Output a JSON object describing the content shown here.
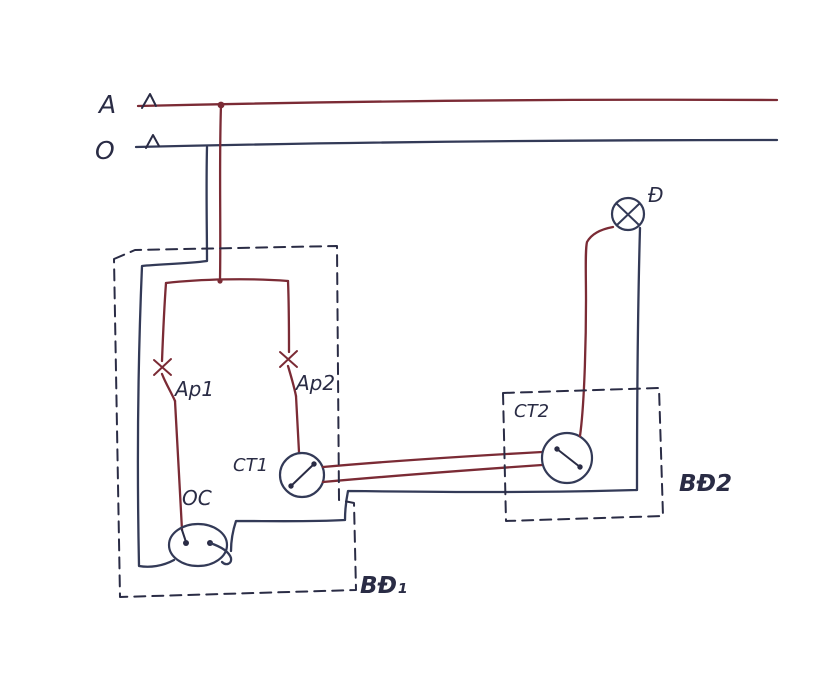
{
  "diagram": {
    "type": "hand-drawn electrical lighting schematic",
    "bus": {
      "phase_label": "A",
      "neutral_label": "O"
    },
    "components": {
      "breaker1": {
        "label": "Ap1"
      },
      "breaker2": {
        "label": "Ap2"
      },
      "switch1": {
        "label": "CT1"
      },
      "switch2": {
        "label": "CT2"
      },
      "socket": {
        "label": "OC"
      },
      "lamp": {
        "label": "Đ"
      },
      "box1": {
        "label": "BĐ₁"
      },
      "box2": {
        "label": "BĐ2"
      }
    },
    "colors": {
      "phase_wire": "#7b2b35",
      "neutral_wire": "#333a57",
      "ink": "#2a2c45",
      "paper": "#ffffff"
    }
  }
}
